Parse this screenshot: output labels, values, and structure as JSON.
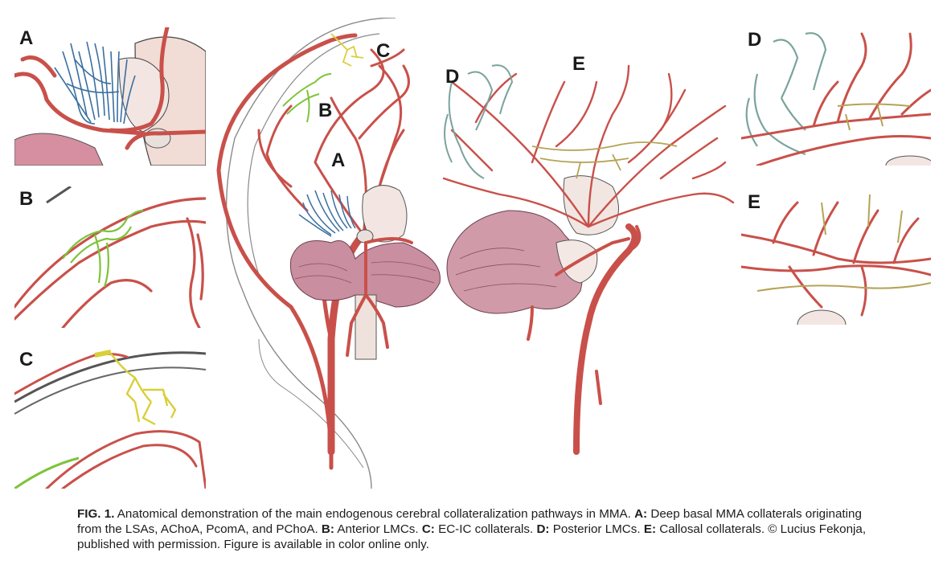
{
  "figure": {
    "panel_labels": {
      "inset_a": "A",
      "inset_b": "B",
      "inset_c": "C",
      "inset_d": "D",
      "inset_e": "E",
      "main_a": "A",
      "main_b": "B",
      "main_c": "C",
      "main_d": "D",
      "main_e": "E"
    },
    "colors": {
      "artery": "#c9504a",
      "artery_dark": "#6e1f1d",
      "lsa_blue": "#3b6fa0",
      "anterior_lmc_green": "#7dc43a",
      "ecic_yellow": "#d9cf3a",
      "posterior_lmc_teal": "#7aa39c",
      "callosal_olive": "#b5a355",
      "cerebellum_pink": "#c98ea0",
      "brainstem_cream": "#efe2dc"
    }
  },
  "caption": {
    "fig_label": "FIG. 1.",
    "intro": " Anatomical demonstration of the main endogenous cerebral collateralization pathways in MMA. ",
    "a_label": "A:",
    "a_text": " Deep basal MMA collaterals originating from the LSAs, AChoA, PcomA, and PChoA. ",
    "b_label": "B:",
    "b_text": " Anterior LMCs. ",
    "c_label": "C:",
    "c_text": " EC-IC collaterals. ",
    "d_label": "D:",
    "d_text": " Posterior LMCs. ",
    "e_label": "E:",
    "e_text": " Callosal collaterals. © Lucius Fekonja, published with permission. Figure is available in color online only."
  }
}
